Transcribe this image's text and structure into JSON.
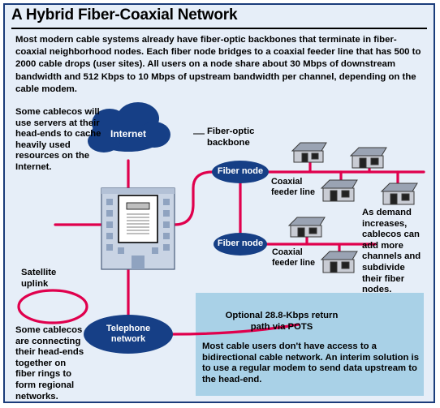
{
  "title": "A Hybrid Fiber-Coaxial Network",
  "intro": "Most modern cable systems already have fiber-optic backbones that terminate in fiber-coaxial neighborhood nodes. Each fiber node bridges to a coaxial feeder line that has 500 to 2000 cable drops (user sites). All users on a node share about 30 Mbps of downstream bandwidth and 512 Kbps to 10 Mbps of upstream bandwidth per channel, depending on the cable modem.",
  "annotations": {
    "servers": "Some cablecos will use servers at their head-ends to cache heavily used resources on the Internet.",
    "fiber_backbone": "Fiber-optic backbone",
    "coaxial_1": "Coaxial feeder line",
    "coaxial_2": "Coaxial feeder line",
    "demand": "As demand increases, cablecos can add more channels and subdivide their fiber nodes.",
    "satellite": "Satellite uplink",
    "rings": "Some cablecos are connecting their head-ends together on fiber rings to form regional networks.",
    "pots": "Optional 28.8-Kbps return path via POTS",
    "modem": "Most cable users don't have access to a bidirectional cable network. An interim solution is to use a regular modem to send data upstream to the head-end."
  },
  "nodes": {
    "internet": "Internet",
    "fiber_node_1": "Fiber node",
    "fiber_node_2": "Fiber node",
    "telephone": "Telephone network"
  },
  "colors": {
    "background": "#e6eef8",
    "cable": "#e0004d",
    "node_fill": "#163f86",
    "return_box": "#a9d1e7",
    "building": "#c9d4e4"
  }
}
